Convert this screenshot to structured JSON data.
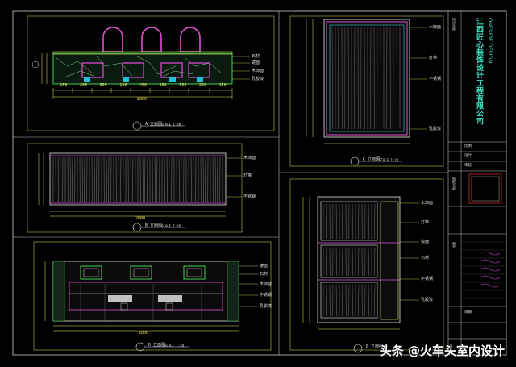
{
  "view_labels": {
    "elev_top_left": "A 立面图",
    "elev_mid_left": "B 立面图",
    "elev_bottom_left": "D 立面图",
    "elev_top_right": "C 立面图",
    "elev_bottom_right": "E 立面图"
  },
  "scale_text": "SCALE 1:20",
  "dim_labels": {
    "row1": [
      "150",
      "200",
      "300",
      "100",
      "400",
      "100",
      "300",
      "200",
      "150"
    ],
    "total": "2800"
  },
  "annotations": [
    "石材",
    "镜面",
    "木饰面",
    "乳胶漆",
    "不锈钢",
    "灯带"
  ],
  "title_block": {
    "brand_cn": "江西匠心装饰设计工程有限公司",
    "brand_en": "ONESIDE DESIGN",
    "project_label": "项目名称",
    "drawing_label": "图纸名称",
    "drawing_no_label": "图号",
    "scale_label": "比例",
    "designer_label": "设计",
    "checker_label": "审核",
    "date_label": "日期"
  },
  "watermark": "头条 @火车头室内设计"
}
